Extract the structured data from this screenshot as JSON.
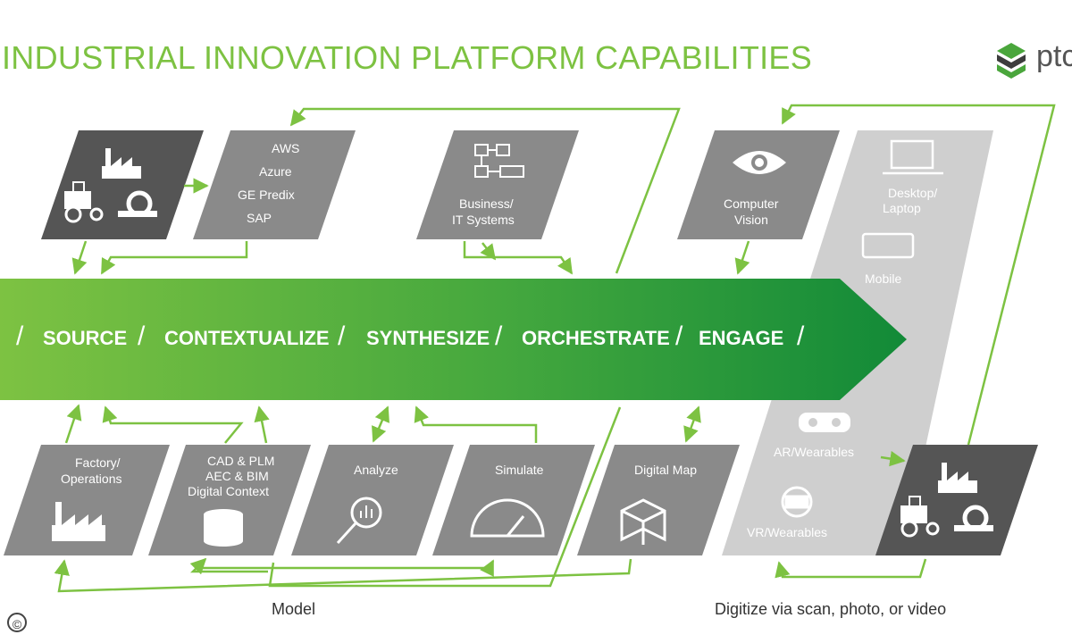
{
  "title": "INDUSTRIAL INNOVATION PLATFORM CAPABILITIES",
  "logo": {
    "text": "ptc",
    "icon": "ptc-logo-icon"
  },
  "stages": [
    "SOURCE",
    "CONTEXTUALIZE",
    "SYNTHESIZE",
    "ORCHESTRATE",
    "ENGAGE"
  ],
  "boxes": {
    "cloud": [
      "AWS",
      "Azure",
      "GE Predix",
      "SAP"
    ],
    "business": [
      "Business/",
      "IT Systems"
    ],
    "vision": [
      "Computer",
      "Vision"
    ],
    "desktop": [
      "Desktop/",
      "Laptop"
    ],
    "mobile": "Mobile",
    "factory": [
      "Factory/",
      "Operations"
    ],
    "cad": [
      "CAD & PLM",
      "AEC & BIM",
      "Digital Context"
    ],
    "analyze": "Analyze",
    "simulate": "Simulate",
    "digital_map": "Digital Map",
    "ar": "AR/Wearables",
    "vr": "VR/Wearables"
  },
  "captions": {
    "model": "Model",
    "digitize": "Digitize via scan, photo, or video"
  },
  "copyright": "©",
  "colors": {
    "green": "#7dc242",
    "dark_green": "#1f8a3a",
    "box_gray": "#8a8a8a",
    "dark_box": "#555555",
    "panel": "#cfcfcf"
  }
}
